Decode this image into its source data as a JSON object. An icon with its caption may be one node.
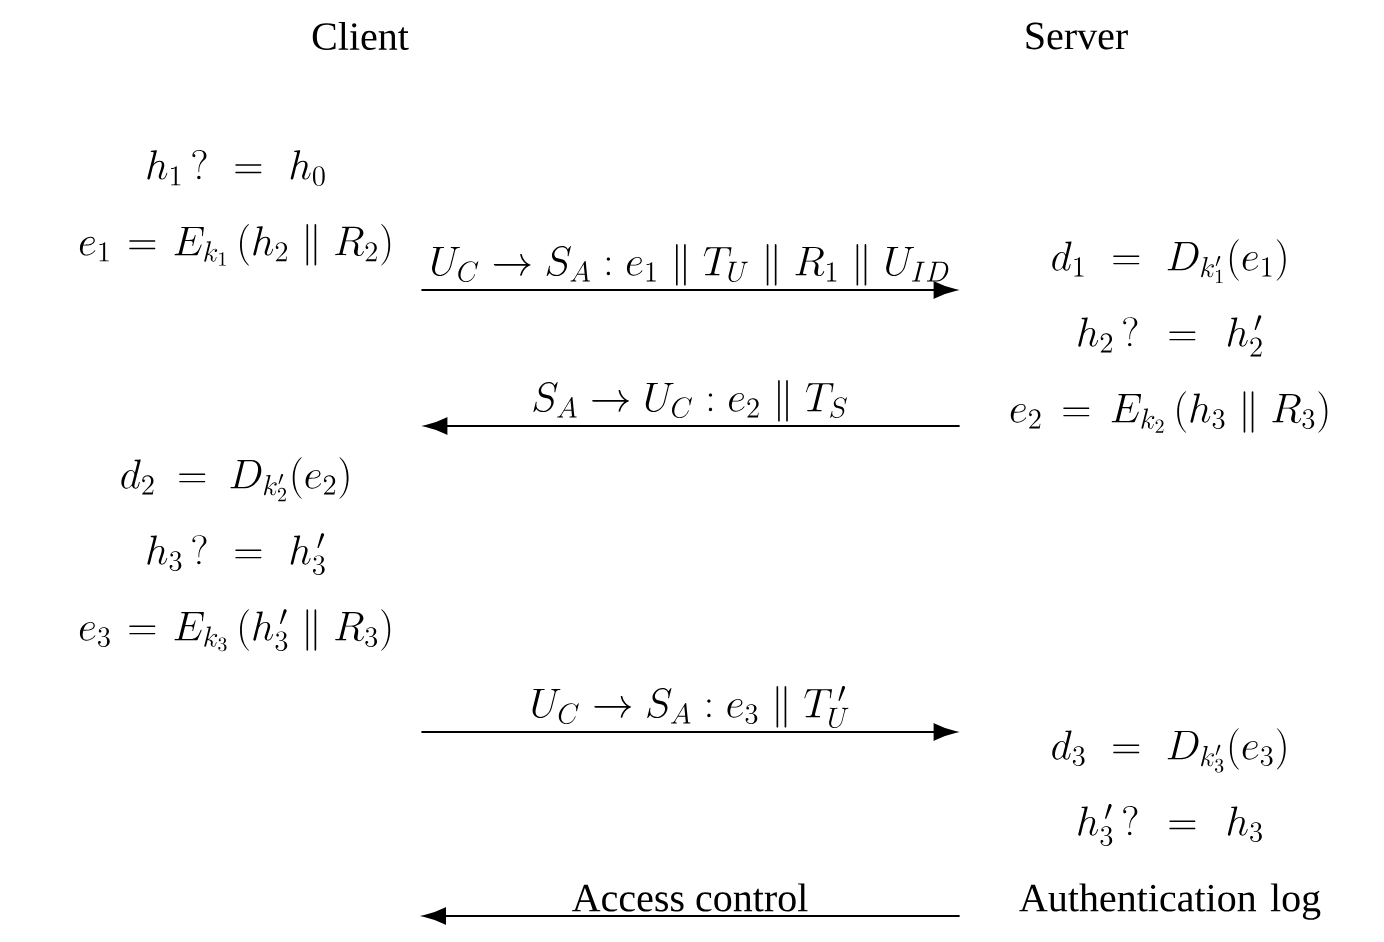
{
  "diagram": {
    "nodes": [
      {
        "text": [
          "h_1 \\,?= h_0",
          "e_1 = E_{k_1}\\left(h_2 \\parallel R_2\\right)"
        ]
      },
      {
        "text": [
          "d_1 = D_{k_1'}(e_1)",
          "h_2 \\,?= h_2^{\\,\\prime}",
          "e_2 = E_{k_2}\\left(h_3 \\parallel R_3\\right)"
        ]
      },
      {
        "text": [
          "d_2 = D_{k_2'}(e_2)",
          "h_3 \\,?= h_3^{\\,\\prime}",
          "e_3 = E_{k_3}\\left(h_3^{\\,\\prime} \\parallel R_3\\right)"
        ]
      },
      {
        "text": [
          "d_3 = D_{k_3'}(e_3)",
          "h_3^{\\,\\prime} \\,?= h_3",
          "Authentication log"
        ]
      }
    ],
    "edges": [
      {
        "from": 0,
        "to": 1,
        "arrow": "to",
        "label": "U_C \\to S_A : e_1 \\parallel T_U \\parallel R_1 \\parallel U_{ID}"
      },
      {
        "from": 1,
        "to": 2,
        "arrow": "to",
        "label": "S_A \\to U_C : e_2 \\parallel T_S"
      },
      {
        "from": 2,
        "to": 3,
        "arrow": "to",
        "label": "U_C \\to S_A : e_3 \\parallel T_U^{\\,\\prime}"
      },
      {
        "from": 3,
        "to": null,
        "arrow": "to",
        "label": "Access control"
      }
    ],
    "labels": [
      "Client",
      "Server"
    ]
  }
}
